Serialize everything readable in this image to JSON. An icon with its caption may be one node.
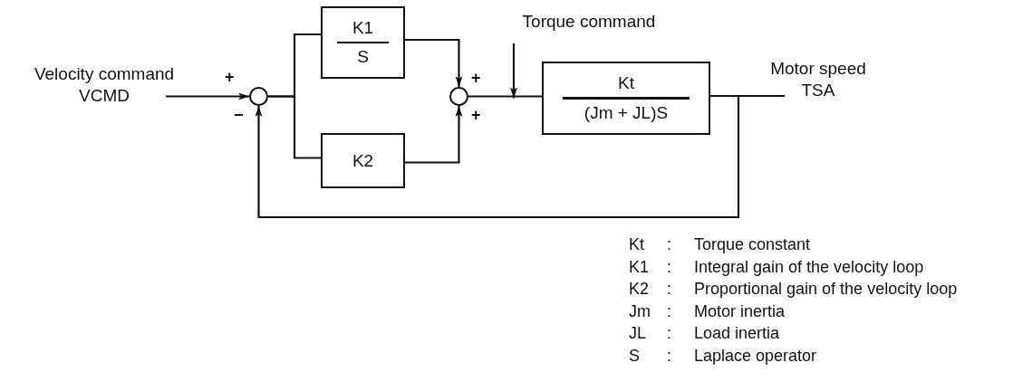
{
  "diagram": {
    "nodes": [
      {
        "text": [
          "Velocity command",
          "VCMD"
        ]
      },
      {
        "text": [],
        "shape": "circle"
      },
      {
        "text": [
          "K1",
          "S"
        ]
      },
      {
        "text": [
          "K2"
        ]
      },
      {
        "text": [],
        "shape": "circle"
      },
      {
        "text": [
          "Torque command"
        ]
      },
      {
        "text": [
          "Kt",
          "(Jm + JL)S"
        ]
      },
      {
        "text": [
          "Motor speed",
          "TSA"
        ]
      }
    ],
    "edges": [
      {
        "from": 0,
        "to": 1,
        "arrow": "to"
      },
      {
        "from": 1,
        "to": 2,
        "arrow": "none"
      },
      {
        "from": 1,
        "to": 3,
        "arrow": "none"
      },
      {
        "from": 2,
        "to": 4,
        "arrow": "to"
      },
      {
        "from": 3,
        "to": 4,
        "arrow": "to"
      },
      {
        "from": 4,
        "to": 6,
        "arrow": "none"
      },
      {
        "from": 5,
        "to": 6,
        "arrow": "to"
      },
      {
        "from": 6,
        "to": 7,
        "arrow": "none"
      },
      {
        "from": 6,
        "to": 1,
        "arrow": "to"
      }
    ],
    "labels": [
      "+",
      "−",
      "+",
      "+",
      "Kt",
      ":",
      "Torque constant",
      "K1",
      ":",
      "Integral gain of the velocity loop",
      "K2",
      ":",
      "Proportional gain of the velocity loop",
      "Jm",
      ":",
      "Motor inertia",
      "JL",
      ":",
      "Load inertia",
      "S",
      ":",
      "Laplace operator"
    ]
  }
}
